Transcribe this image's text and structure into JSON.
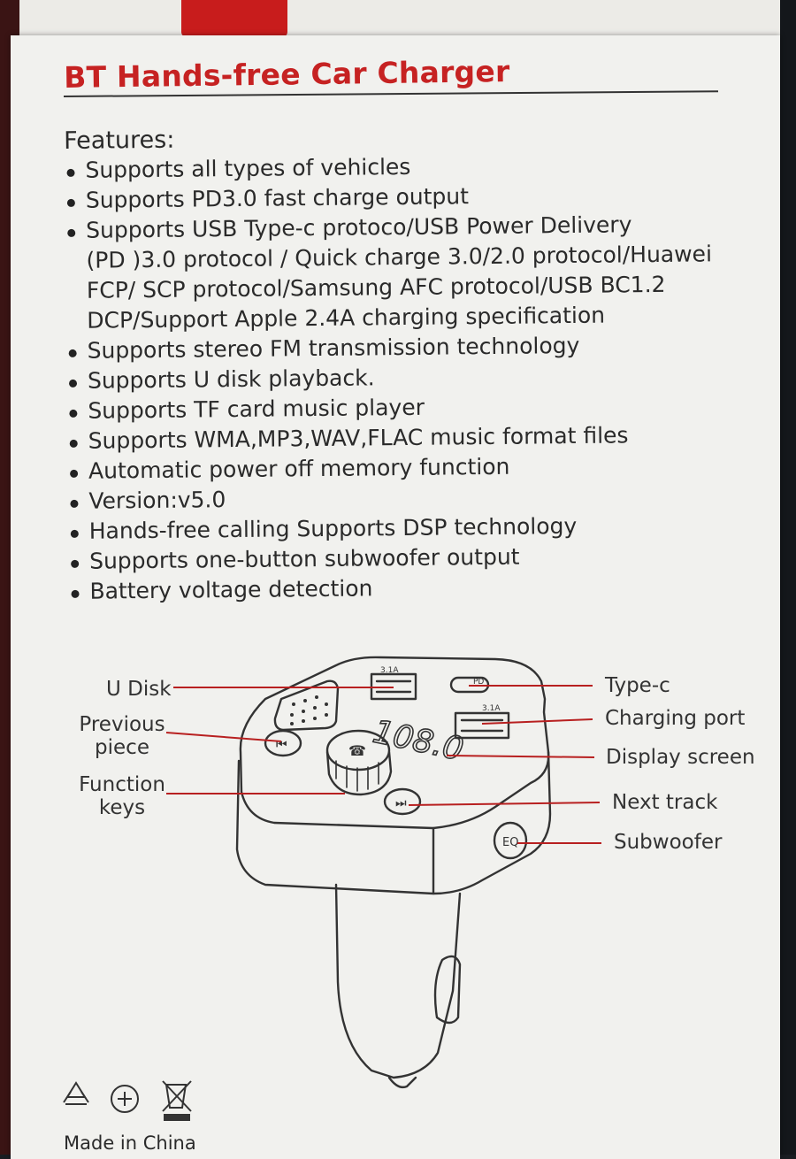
{
  "title": "BT Hands-free Car Charger",
  "features_heading": "Features:",
  "features": [
    "Supports all types of vehicles",
    "Supports PD3.0 fast charge output",
    "Supports USB Type-c protoco/USB Power Delivery\n(PD )3.0 protocol / Quick charge 3.0/2.0 protocol/Huawei\nFCP/ SCP protocol/Samsung AFC protocol/USB BC1.2\nDCP/Support Apple 2.4A charging specification",
    "Supports stereo FM transmission technology",
    "Supports U disk playback.",
    "Supports TF card music player",
    "Supports WMA,MP3,WAV,FLAC music format files",
    "Automatic power off memory function",
    "Version:v5.0",
    "Hands-free calling Supports DSP technology",
    "Supports one-button subwoofer output",
    "Battery voltage detection"
  ],
  "diagram": {
    "labels_left": {
      "u_disk": "U Disk",
      "previous_1": "Previous",
      "previous_2": "piece",
      "function_1": "Function",
      "function_2": "keys"
    },
    "labels_right": {
      "type_c": "Type-c",
      "charging_port": "Charging port",
      "display_screen": "Display screen",
      "next_track": "Next track",
      "subwoofer": "Subwoofer"
    },
    "device_text": {
      "display": "108.0",
      "pd": "PD",
      "usb_rating": "3.1A",
      "usb_rating_2": "3.1A",
      "eq": "EQ"
    }
  },
  "footer": {
    "made_in": "Made in China",
    "icons": [
      "recycle-icon",
      "paper-recycling-icon",
      "weee-bin-icon"
    ]
  },
  "colors": {
    "title": "#c62222",
    "leader_lines": "#b82020",
    "card": "#f1f1ee",
    "strap": "#c81c1c"
  }
}
